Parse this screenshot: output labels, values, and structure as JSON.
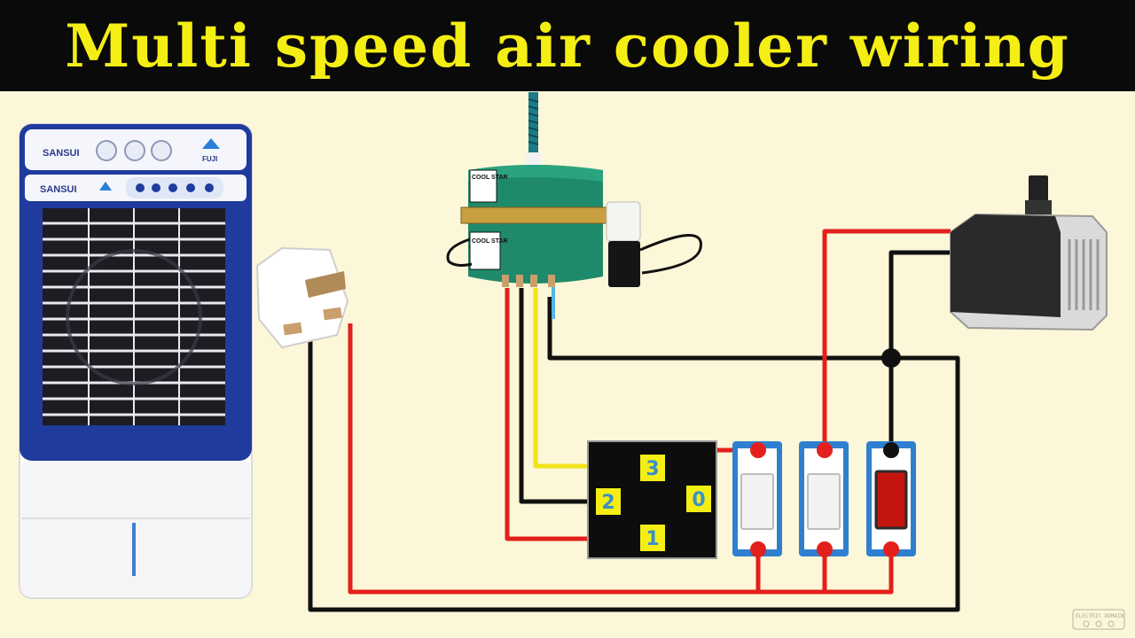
{
  "title": "Multi speed air cooler wiring",
  "cooler": {
    "brand_top": "SANSUI",
    "brand_panel": "SANSUI",
    "model": "FUJI"
  },
  "motor": {
    "label_top": "COOL STAR",
    "label_bottom": "COOL STAR"
  },
  "switch_terminals": [
    "3",
    "2",
    "1",
    "0"
  ],
  "watermark": "ELECTRIC DOMAIN",
  "colors": {
    "title_bg": "#0a0a0a",
    "title_text": "#f5ee14",
    "background": "#fbf7d8",
    "live_wire": "#e3201b",
    "neutral_wire": "#111111",
    "speed_wire_yellow": "#f2e21a",
    "speed_wire_blue": "#55b6e6",
    "terminal_label": "#3a8fc9",
    "terminal_box": "#f5ee14"
  }
}
